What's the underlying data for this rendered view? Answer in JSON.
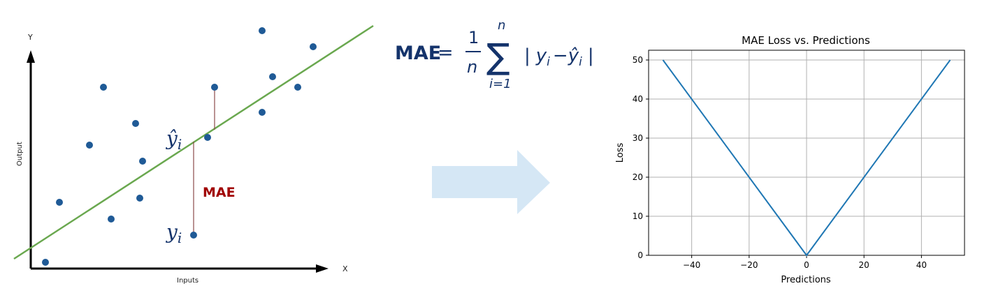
{
  "scatter": {
    "y_axis_label": "Y",
    "x_axis_label": "X",
    "ylabel": "Output",
    "xlabel": "Inputs",
    "error_label": "MAE",
    "yhat_label": "ŷ",
    "y_label": "y",
    "subscript": "i",
    "colors": {
      "points": "#1f5a96",
      "fit_line": "#6aa84f",
      "error": "#a00000",
      "segment": "#8b4a4a"
    }
  },
  "formula": {
    "lhs": "MAE",
    "equals": "=",
    "numerator": "1",
    "denominator": "n",
    "sum_symbol": "∑",
    "upper": "n",
    "lower": "i=1",
    "bar": "|",
    "y": "y",
    "minus": "−",
    "yhat": "ŷ",
    "sub": "i",
    "color": "#14336b"
  },
  "arrow": {
    "color": "#d5e7f5"
  },
  "chart_data": {
    "type": "line",
    "title": "MAE Loss vs. Predictions",
    "xlabel": "Predictions",
    "ylabel": "Loss",
    "x": [
      -50,
      0,
      50
    ],
    "series": [
      {
        "values": [
          50,
          0,
          50
        ]
      }
    ],
    "xlim": [
      -55,
      55
    ],
    "ylim": [
      0,
      52.5
    ],
    "xticks": [
      -40,
      -20,
      0,
      20,
      40
    ],
    "xtick_labels": [
      "−40",
      "−20",
      "0",
      "20",
      "40"
    ],
    "yticks": [
      0,
      10,
      20,
      30,
      40,
      50
    ],
    "ytick_labels": [
      "0",
      "10",
      "20",
      "30",
      "40",
      "50"
    ],
    "grid": true,
    "line_color": "#1f77b4"
  }
}
